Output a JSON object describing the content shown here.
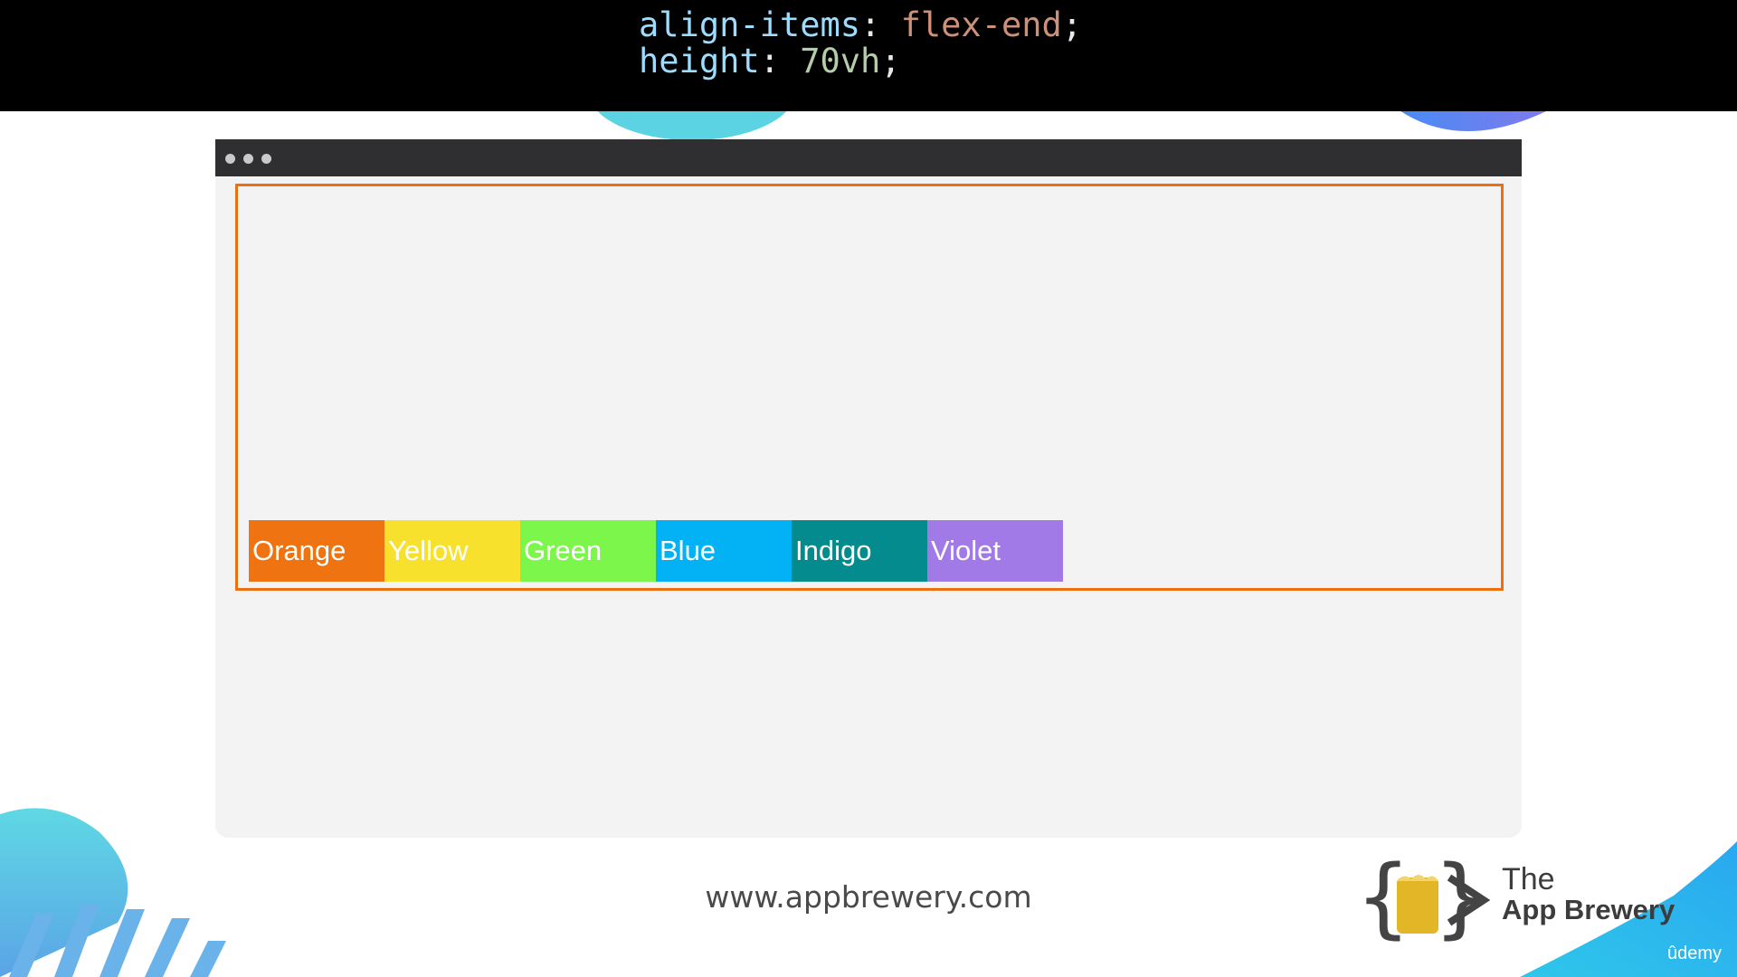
{
  "code": {
    "line1": {
      "prop": "align-items",
      "colon": ": ",
      "value": "flex-end",
      "end": ";"
    },
    "line2": {
      "prop": "height",
      "colon": ": ",
      "value": "70vh",
      "end": ";"
    }
  },
  "flex_items": [
    {
      "label": "Orange",
      "color": "#ef7311"
    },
    {
      "label": "Yellow",
      "color": "#f7e12c"
    },
    {
      "label": "Green",
      "color": "#7cf64a"
    },
    {
      "label": "Blue",
      "color": "#03b2f5"
    },
    {
      "label": "Indigo",
      "color": "#048b8d"
    },
    {
      "label": "Violet",
      "color": "#a17ae8"
    }
  ],
  "colors": {
    "container_border": "#ec7012",
    "window_titlebar": "#2f2f31",
    "window_body": "#f3f3f3"
  },
  "footer": {
    "url": "www.appbrewery.com",
    "logo_the": "The",
    "logo_name": "App Brewery",
    "watermark": "ûdemy"
  }
}
